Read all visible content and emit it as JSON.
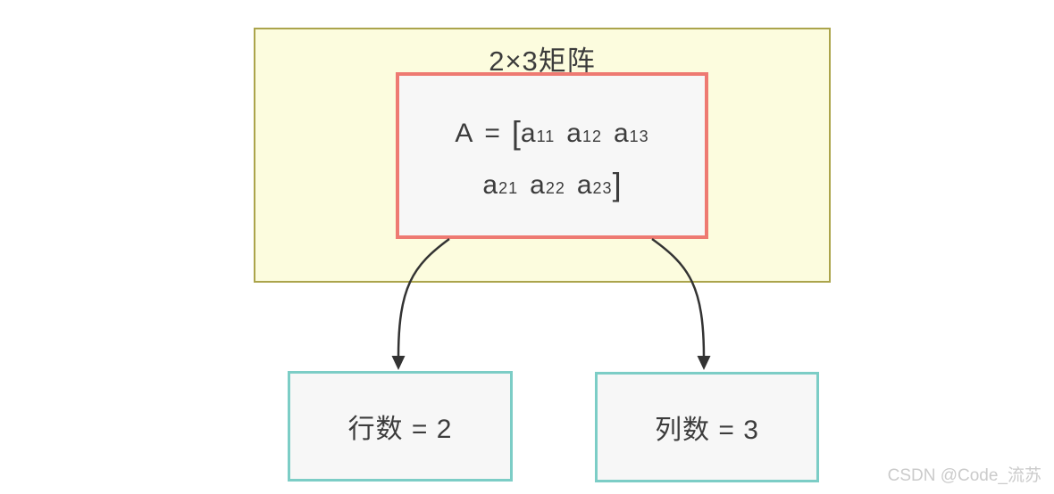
{
  "diagram": {
    "group_title": "2×3矩阵",
    "matrix": {
      "var_name": "A",
      "equals": "=",
      "open_bracket": "[",
      "close_bracket": "]",
      "row1": [
        {
          "base": "a",
          "sub": "11"
        },
        {
          "base": "a",
          "sub": "12"
        },
        {
          "base": "a",
          "sub": "13"
        }
      ],
      "row2": [
        {
          "base": "a",
          "sub": "21"
        },
        {
          "base": "a",
          "sub": "22"
        },
        {
          "base": "a",
          "sub": "23"
        }
      ]
    },
    "rows_label": "行数 = 2",
    "cols_label": "列数 = 3",
    "watermark": "CSDN @Code_流苏"
  },
  "colors": {
    "group_fill": "#FCFCDE",
    "group_border": "#ABA44B",
    "matrix_fill": "#F7F7F7",
    "matrix_border": "#EE7A72",
    "leaf_fill": "#F7F7F7",
    "leaf_border": "#7CCDC6",
    "arrow": "#333333",
    "text": "#3C3C3C",
    "watermark_text": "#CBCBCB"
  }
}
